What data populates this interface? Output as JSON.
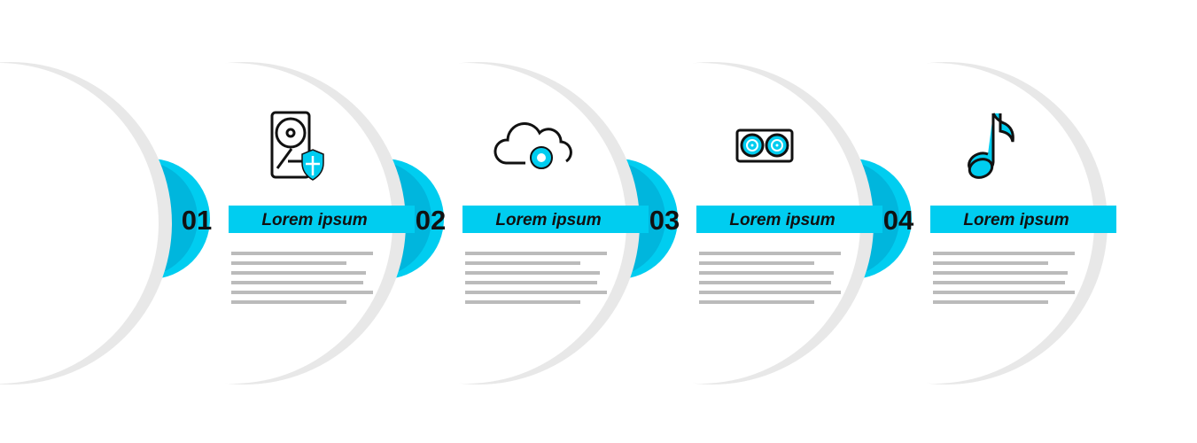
{
  "colors": {
    "accent": "#00cdf0",
    "accent_dark": "#00b6dd",
    "shadow": "#e8e8e8",
    "text_line": "#bbbbbb"
  },
  "steps": [
    {
      "number": "01",
      "title": "Lorem ipsum",
      "icon": "hard-drive-shield-icon"
    },
    {
      "number": "02",
      "title": "Lorem ipsum",
      "icon": "cloud-sync-icon"
    },
    {
      "number": "03",
      "title": "Lorem ipsum",
      "icon": "speaker-icon"
    },
    {
      "number": "04",
      "title": "Lorem ipsum",
      "icon": "music-note-icon"
    }
  ]
}
